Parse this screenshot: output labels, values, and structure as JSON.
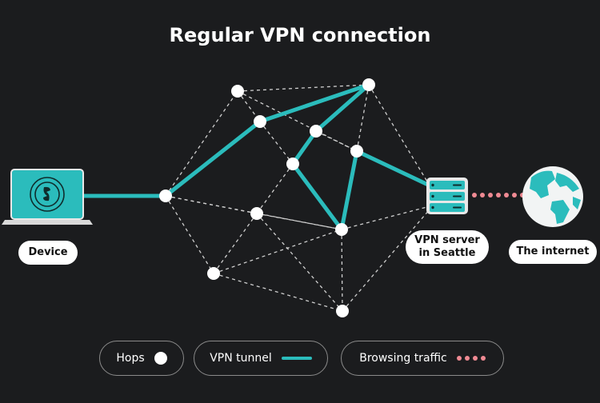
{
  "title": "Regular VPN connection",
  "labels": {
    "device": "Device",
    "vpn_server_line1": "VPN server",
    "vpn_server_line2": "in Seattle",
    "internet": "The internet"
  },
  "legend": {
    "hops": "Hops",
    "vpn_tunnel": "VPN tunnel",
    "browsing_traffic": "Browsing traffic"
  },
  "colors": {
    "background": "#1b1c1e",
    "tunnel": "#2bbcbc",
    "dashed": "#cfcfcf",
    "browsing": "#ef8a93",
    "node": "#ffffff",
    "device_screen": "#2bbcbc"
  },
  "icons": [
    "laptop-icon",
    "surfshark-logo-icon",
    "server-icon",
    "globe-icon"
  ]
}
